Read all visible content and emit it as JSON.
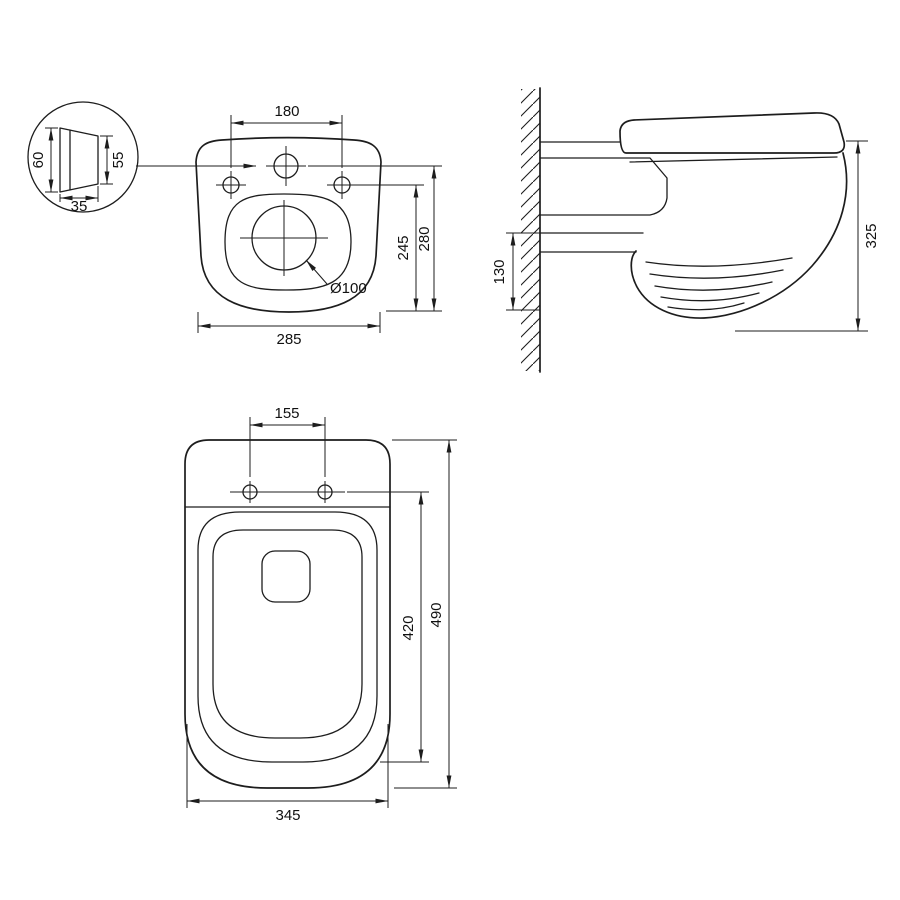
{
  "detail": {
    "height_left": "60",
    "height_right": "55",
    "depth": "35"
  },
  "rear": {
    "bolt_spacing": "180",
    "holes_to_base": "245",
    "top_to_base": "280",
    "width": "285",
    "outlet_diameter": "Ø100"
  },
  "side": {
    "outlet_height": "130",
    "depth": "325"
  },
  "top": {
    "bolt_spacing": "155",
    "inner_length": "420",
    "length": "490",
    "width": "345"
  }
}
